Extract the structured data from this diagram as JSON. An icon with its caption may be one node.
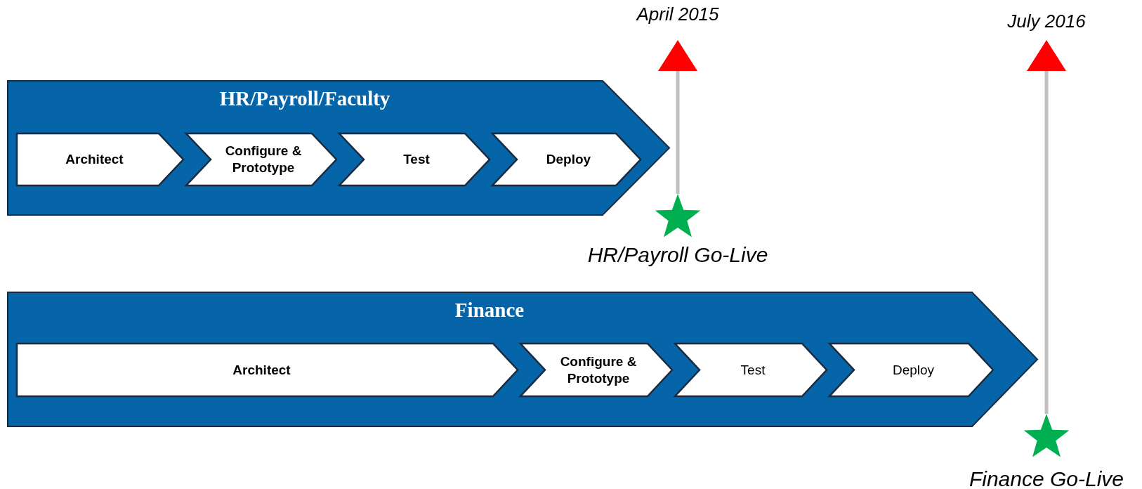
{
  "diagram": {
    "nodes": [
      {
        "text": [
          "HR/Payroll/Faculty"
        ]
      },
      {
        "text": [
          "Architect"
        ],
        "in": 0
      },
      {
        "text": [
          "Configure & Prototype"
        ],
        "in": 0
      },
      {
        "text": [
          "Test"
        ],
        "in": 0
      },
      {
        "text": [
          "Deploy"
        ],
        "in": 0
      },
      {
        "text": [
          "Finance"
        ]
      },
      {
        "text": [
          "Architect"
        ],
        "in": 5
      },
      {
        "text": [
          "Configure & Prototype"
        ],
        "in": 5
      },
      {
        "text": [
          "Test"
        ],
        "in": 5
      },
      {
        "text": [
          "Deploy"
        ],
        "in": 5
      },
      {
        "text": [
          "April 2015"
        ]
      },
      {
        "text": [
          "HR/Payroll Go-Live"
        ]
      },
      {
        "text": [
          "July 2016"
        ]
      },
      {
        "text": [
          "Finance Go-Live"
        ]
      }
    ],
    "edges": [
      {
        "from": 10,
        "to": 11,
        "arrow": "none"
      },
      {
        "from": 12,
        "to": 13,
        "arrow": "none"
      }
    ]
  }
}
